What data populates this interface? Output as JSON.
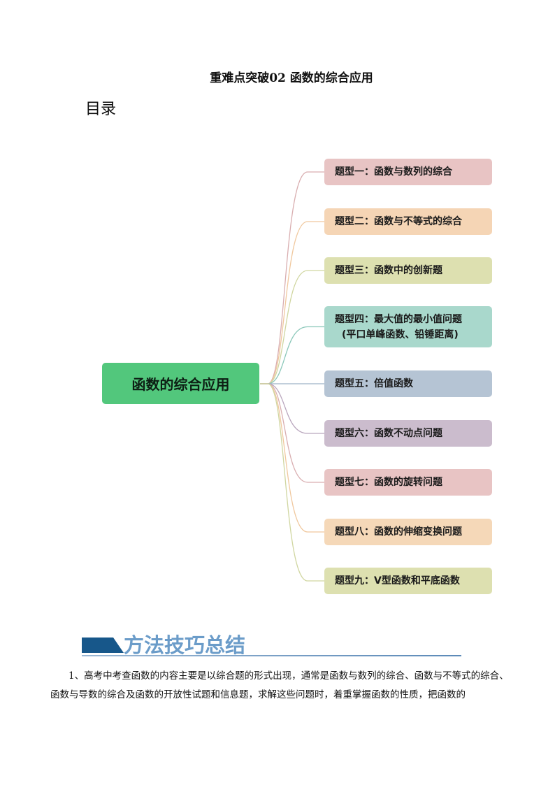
{
  "title": "重难点突破02  函数的综合应用",
  "toc_label": "目录",
  "mindmap": {
    "root": "函数的综合应用",
    "nodes": [
      {
        "line1": "题型一：函数与数列的综合",
        "color": "#e8c4c4",
        "line": "#d9aeb0"
      },
      {
        "line1": "题型二：函数与不等式的综合",
        "color": "#f5d5b5",
        "line": "#f0c89e"
      },
      {
        "line1": "题型三：函数中的创新题",
        "color": "#dde0b0",
        "line": "#d0d6a0"
      },
      {
        "line1": "题型四：最大值的最小值问题",
        "line2": "(平口单峰函数、铅锤距离)",
        "color": "#a9d8cc",
        "line": "#8cc8ba"
      },
      {
        "line1": "题型五：倍值函数",
        "color": "#b5c4d4",
        "line": "#9db2c6"
      },
      {
        "line1": "题型六：函数不动点问题",
        "color": "#cbbccd",
        "line": "#b9a6bd"
      },
      {
        "line1": "题型七：函数的旋转问题",
        "color": "#e8c4c4",
        "line": "#d9aeb0"
      },
      {
        "line1": "题型八：函数的伸缩变换问题",
        "color": "#f5d8b8",
        "line": "#f0c89e"
      },
      {
        "line1": "题型九：V型函数和平底函数",
        "color": "#dde0b0",
        "line": "#d0d6a0"
      }
    ]
  },
  "section": {
    "heading": "方法技巧总结",
    "paragraph": "1、高考中考查函数的内容主要是以综合题的形式出现，通常是函数与数列的综合、函数与不等式的综合、函数与导数的综合及函数的开放性试题和信息题，求解这些问题时，着重掌握函数的性质，把函数的"
  }
}
